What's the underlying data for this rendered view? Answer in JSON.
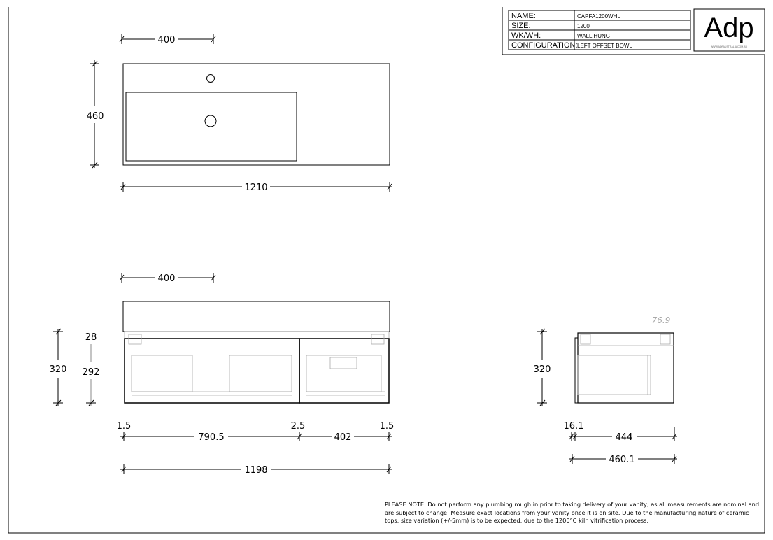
{
  "title_block": {
    "rows": [
      {
        "label": "NAME:",
        "value": "CAPFA1200WHL"
      },
      {
        "label": "SIZE:",
        "value": "1200"
      },
      {
        "label": "WK/WH:",
        "value": "WALL HUNG"
      },
      {
        "label": "CONFIGURATION:",
        "value": "LEFT OFFSET BOWL"
      }
    ],
    "logo": "Adp",
    "logo_url": "WWW.ADPAUSTRALIA.COM.AU"
  },
  "top_view": {
    "tap_offset": "400",
    "depth": "460",
    "width": "1210"
  },
  "front_view": {
    "tap_offset": "400",
    "height": "320",
    "top_gap": "28",
    "cabinet_height": "292",
    "gap_left": "1.5",
    "drawer_left": "790.5",
    "gap_mid": "2.5",
    "drawer_right": "402",
    "gap_right": "1.5",
    "overall_width": "1198"
  },
  "side_view": {
    "top_label": "76.9",
    "height": "320",
    "front_thickness": "16.1",
    "body_depth": "444",
    "overall_depth": "460.1"
  },
  "note": "PLEASE NOTE: Do not perform any plumbing rough in prior to taking delivery of your vanity, as all measurements are nominal and are subject to change. Measure exact locations from your vanity once it is on site. Due to the manufacturing nature of ceramic tops, size variation (+/-5mm) is to be expected, due to the 1200°C kiln vitrification process."
}
